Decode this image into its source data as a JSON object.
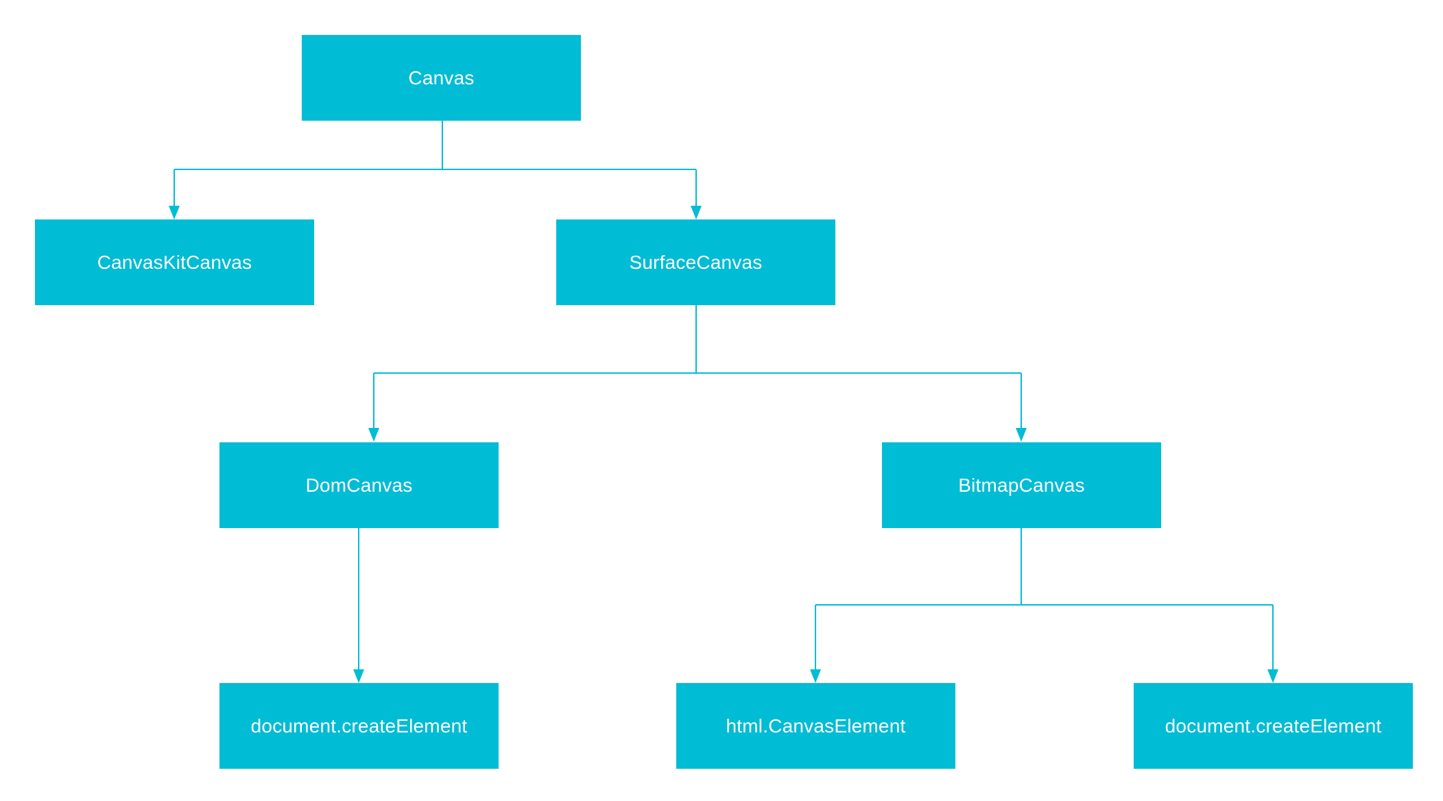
{
  "colors": {
    "node_fill": "#00BCD4",
    "node_text": "#FFFFFF",
    "connector": "#00BCD4",
    "background": "#FFFFFF"
  },
  "nodes": {
    "canvas": {
      "label": "Canvas"
    },
    "canvaskit_canvas": {
      "label": "CanvasKitCanvas"
    },
    "surface_canvas": {
      "label": "SurfaceCanvas"
    },
    "dom_canvas": {
      "label": "DomCanvas"
    },
    "bitmap_canvas": {
      "label": "BitmapCanvas"
    },
    "dom_create_element": {
      "label": "document.createElement"
    },
    "html_canvas_element": {
      "label": "html.CanvasElement"
    },
    "bitmap_create_element": {
      "label": "document.createElement"
    }
  },
  "edges": [
    {
      "from": "Canvas",
      "to": "CanvasKitCanvas"
    },
    {
      "from": "Canvas",
      "to": "SurfaceCanvas"
    },
    {
      "from": "SurfaceCanvas",
      "to": "DomCanvas"
    },
    {
      "from": "SurfaceCanvas",
      "to": "BitmapCanvas"
    },
    {
      "from": "DomCanvas",
      "to": "document.createElement"
    },
    {
      "from": "BitmapCanvas",
      "to": "html.CanvasElement"
    },
    {
      "from": "BitmapCanvas",
      "to": "document.createElement"
    }
  ]
}
